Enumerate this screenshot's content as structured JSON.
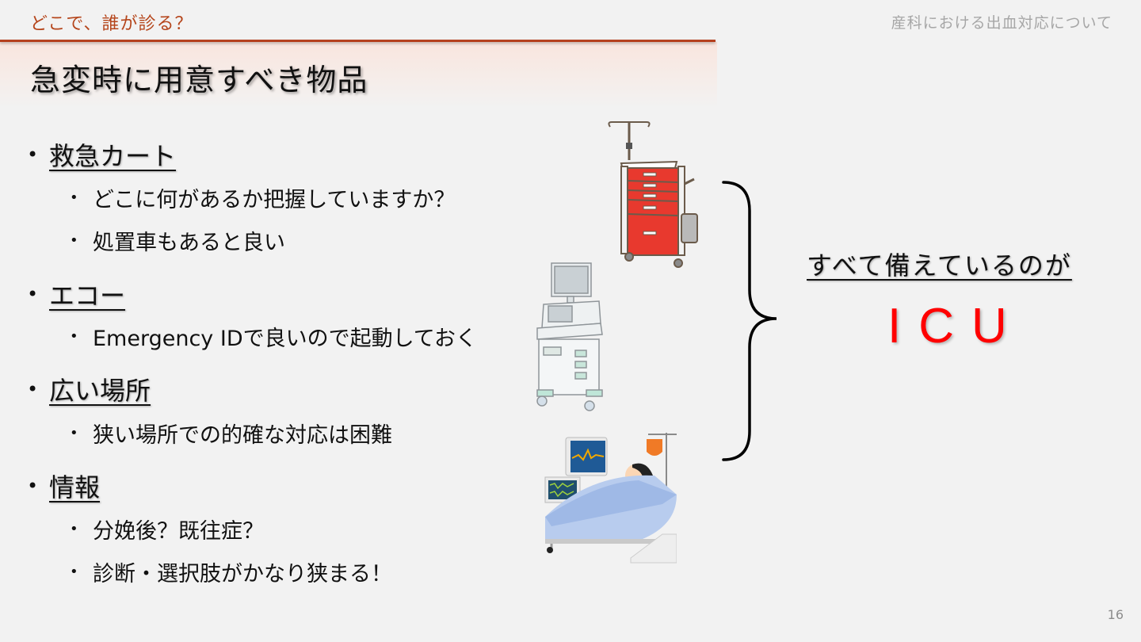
{
  "header": {
    "section_label": "どこで、誰が診る？",
    "deck_title": "産科における出血対応について",
    "slide_title": "急変時に用意すべき物品",
    "accent_color": "#b5401e"
  },
  "bullets": [
    {
      "label": "救急カート",
      "children": [
        "どこに何があるか把握していますか？",
        "処置車もあると良い"
      ]
    },
    {
      "label": "エコー",
      "children": [
        "Emergency IDで良いので起動しておく"
      ]
    },
    {
      "label": "広い場所",
      "children": [
        "狭い場所での的確な対応は困難"
      ]
    },
    {
      "label": "情報",
      "children": [
        "分娩後？既往症？",
        "診断・選択肢がかなり狭まる！"
      ]
    }
  ],
  "bullet_char": "•",
  "illustrations": [
    {
      "name": "crash-cart-illustration",
      "subject": "emergency crash cart with IV pole"
    },
    {
      "name": "ultrasound-machine-illustration",
      "subject": "ultrasound machine"
    },
    {
      "name": "icu-bed-illustration",
      "subject": "patient in ICU bed with monitors and IV drip"
    }
  ],
  "summary": {
    "label": "すべて備えているのが",
    "value": "ICU",
    "value_color": "#ff0000"
  },
  "footer": {
    "page_number": "16"
  }
}
